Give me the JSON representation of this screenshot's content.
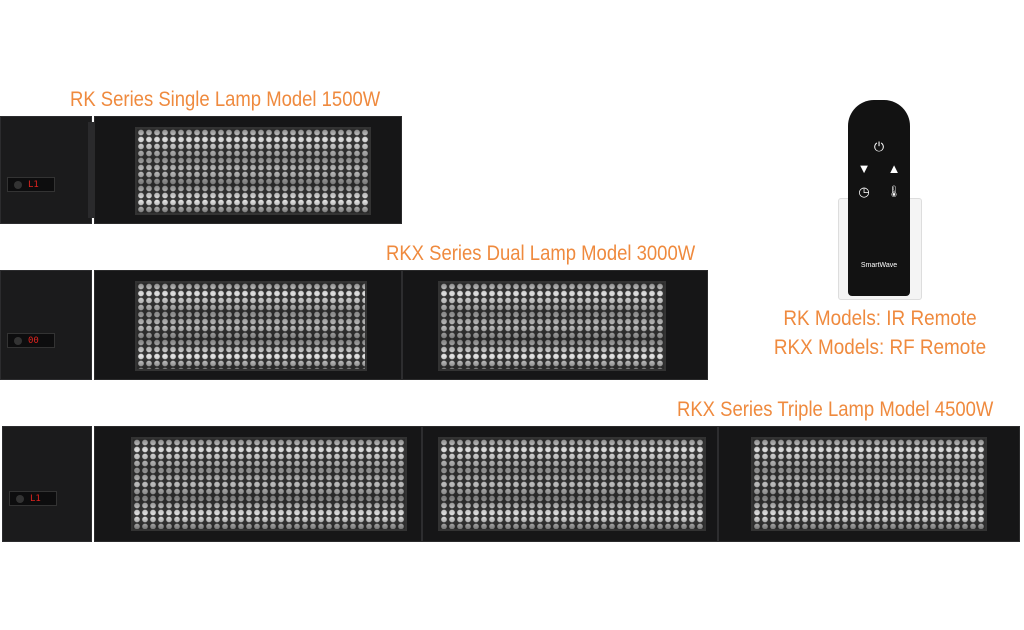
{
  "labels": {
    "single": "RK Series Single Lamp Model 1500W",
    "dual": "RKX Series Dual Lamp Model 3000W",
    "triple": "RKX Series Triple Lamp Model 4500W",
    "remote_rk": "RK Models: IR Remote",
    "remote_rkx": "RKX Models: RF Remote"
  },
  "displays": {
    "single": "L1",
    "dual": "00",
    "triple": "L1"
  },
  "remote": {
    "logo": "SmartWave",
    "buttons": [
      "power-icon",
      "down-arrow-icon",
      "up-arrow-icon",
      "timer-icon",
      "thermometer-icon"
    ]
  },
  "colors": {
    "accent": "#ef8a3e",
    "heater": "#161617"
  }
}
